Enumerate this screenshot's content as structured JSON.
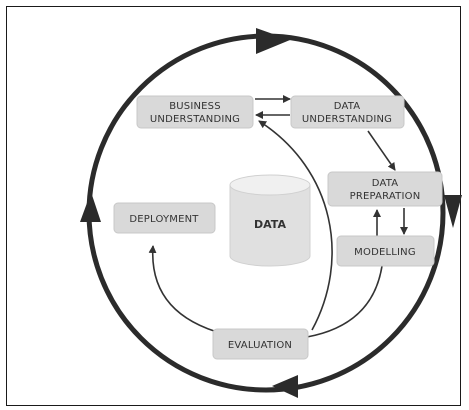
{
  "diagram": {
    "title": "",
    "nodes": {
      "business_understanding": [
        "BUSINESS",
        "UNDERSTANDING"
      ],
      "data_understanding": [
        "DATA",
        "UNDERSTANDING"
      ],
      "data_preparation": [
        "DATA",
        "PREPARATION"
      ],
      "modelling": "MODELLING",
      "evaluation": "EVALUATION",
      "deployment": "DEPLOYMENT",
      "data": "DATA"
    },
    "edges": [
      {
        "from": "BUSINESS UNDERSTANDING",
        "to": "DATA UNDERSTANDING"
      },
      {
        "from": "DATA UNDERSTANDING",
        "to": "BUSINESS UNDERSTANDING"
      },
      {
        "from": "DATA UNDERSTANDING",
        "to": "DATA PREPARATION"
      },
      {
        "from": "DATA PREPARATION",
        "to": "MODELLING"
      },
      {
        "from": "MODELLING",
        "to": "DATA PREPARATION"
      },
      {
        "from": "MODELLING",
        "to": "EVALUATION"
      },
      {
        "from": "EVALUATION",
        "to": "BUSINESS UNDERSTANDING"
      },
      {
        "from": "EVALUATION",
        "to": "DEPLOYMENT"
      }
    ],
    "colors": {
      "box_fill": "#d9d9d9",
      "ring": "#2b2b2b",
      "arrows": "#333333",
      "text": "#333333"
    }
  }
}
